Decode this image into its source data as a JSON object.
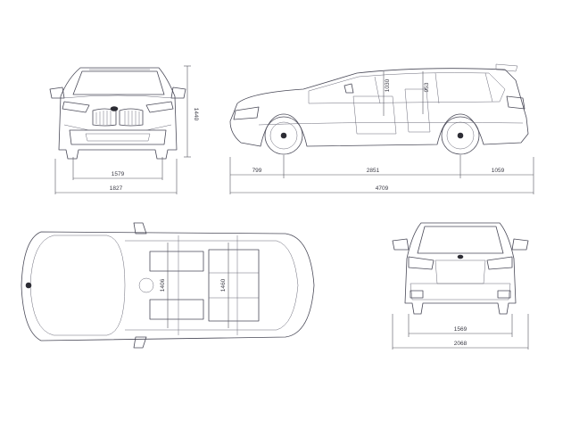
{
  "dimensions": {
    "front_track": "1579",
    "overall_width": "1827",
    "height": "1440",
    "front_overhang": "799",
    "wheelbase": "2851",
    "rear_overhang": "1059",
    "overall_length": "4709",
    "front_headroom": "1030",
    "rear_headroom": "953",
    "front_shoulder_width": "1406",
    "rear_shoulder_width": "1460",
    "rear_track": "1569",
    "width_with_mirrors": "2068"
  },
  "colors": {
    "line": "#4a4a58",
    "dimension": "#55555f",
    "background": "#ffffff"
  }
}
